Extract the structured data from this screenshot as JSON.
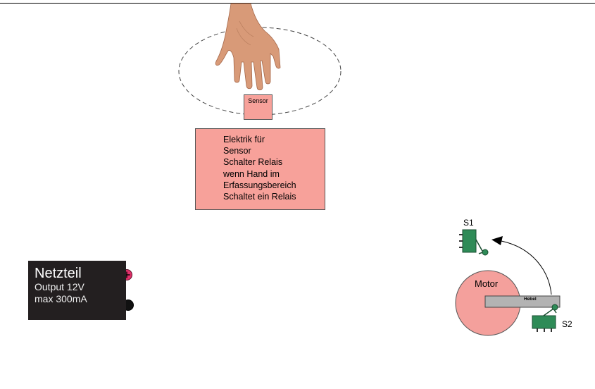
{
  "sensor": {
    "label": "Sensor"
  },
  "electronics": {
    "lines": [
      "Elektrik für",
      "Sensor",
      "Schalter Relais",
      "wenn Hand im",
      "Erfassungsbereich",
      "Schaltet ein Relais"
    ]
  },
  "power_supply": {
    "title": "Netzteil",
    "output": "Output 12V",
    "max": "max 300mA"
  },
  "motor": {
    "label": "Motor",
    "lever_label": "Hebel"
  },
  "switches": {
    "s1": "S1",
    "s2": "S2"
  },
  "colors": {
    "box_fill": "#f7a19a",
    "motor_fill": "#f4a09c",
    "switch_green": "#2e8b57",
    "psu_fill": "#231f20",
    "plus_terminal": "#e0306a",
    "lever_fill": "#b3b3b3"
  },
  "icons": [
    "hand-icon",
    "plus-terminal-icon",
    "minus-terminal-icon",
    "microswitch-icon"
  ]
}
